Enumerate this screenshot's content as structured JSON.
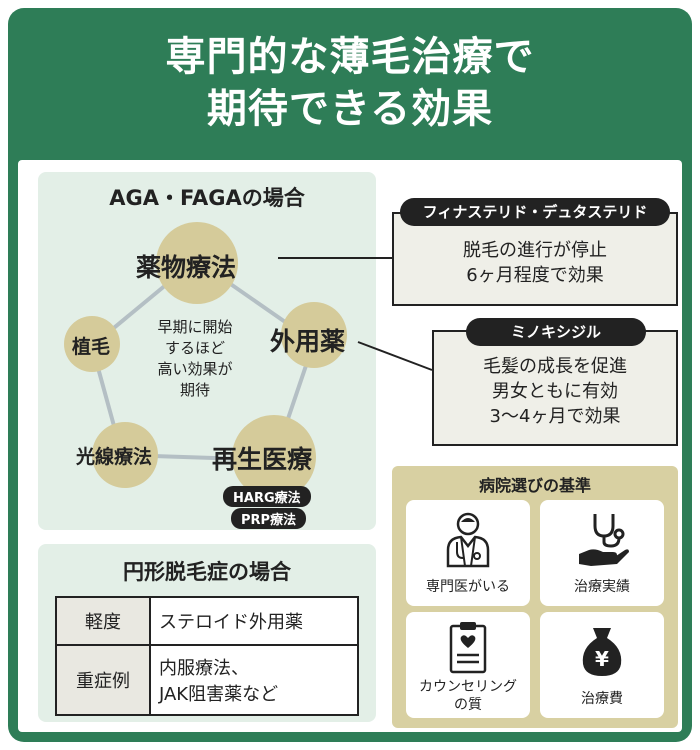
{
  "title": {
    "line1": "専門的な薄毛治療で",
    "line2": "期待できる効果"
  },
  "aga": {
    "heading": "AGA・FAGAの場合",
    "nodes": {
      "yakubutsu": "薬物療法",
      "gaiyou": "外用薬",
      "saisei": "再生医療",
      "kousen": "光線療法",
      "shokumou": "植毛"
    },
    "center": [
      "早期に開始",
      "するほど",
      "高い効果が",
      "期待"
    ],
    "regen_pills": [
      "HARG療法",
      "PRP療法"
    ]
  },
  "callouts": {
    "finasteride": {
      "head": "フィナステリド・デュタステリド",
      "lines": [
        "脱毛の進行が停止",
        "6ヶ月程度で効果"
      ]
    },
    "minoxidil": {
      "head": "ミノキシジル",
      "lines": [
        "毛髪の成長を促進",
        "男女ともに有効",
        "3～4ヶ月で効果"
      ]
    }
  },
  "alopecia": {
    "heading": "円形脱毛症の場合",
    "rows": [
      {
        "key": "軽度",
        "val1": "ステロイド外用薬",
        "val2": ""
      },
      {
        "key": "重症例",
        "val1": "内服療法、",
        "val2": "JAK阻害薬など"
      }
    ]
  },
  "hospital": {
    "heading": "病院選びの基準",
    "cards": [
      {
        "icon": "doctor-icon",
        "label1": "専門医がいる",
        "label2": ""
      },
      {
        "icon": "hand-stethoscope-icon",
        "label1": "治療実績",
        "label2": ""
      },
      {
        "icon": "clipboard-icon",
        "label1": "カウンセリング",
        "label2": "の質"
      },
      {
        "icon": "yen-pouch-icon",
        "label1": "治療費",
        "label2": ""
      }
    ]
  },
  "colors": {
    "brand_green": "#2e7d57",
    "node_beige": "#d5cb9a",
    "panel_green": "#e3efe7",
    "hospital_beige": "#d8d0a2"
  }
}
